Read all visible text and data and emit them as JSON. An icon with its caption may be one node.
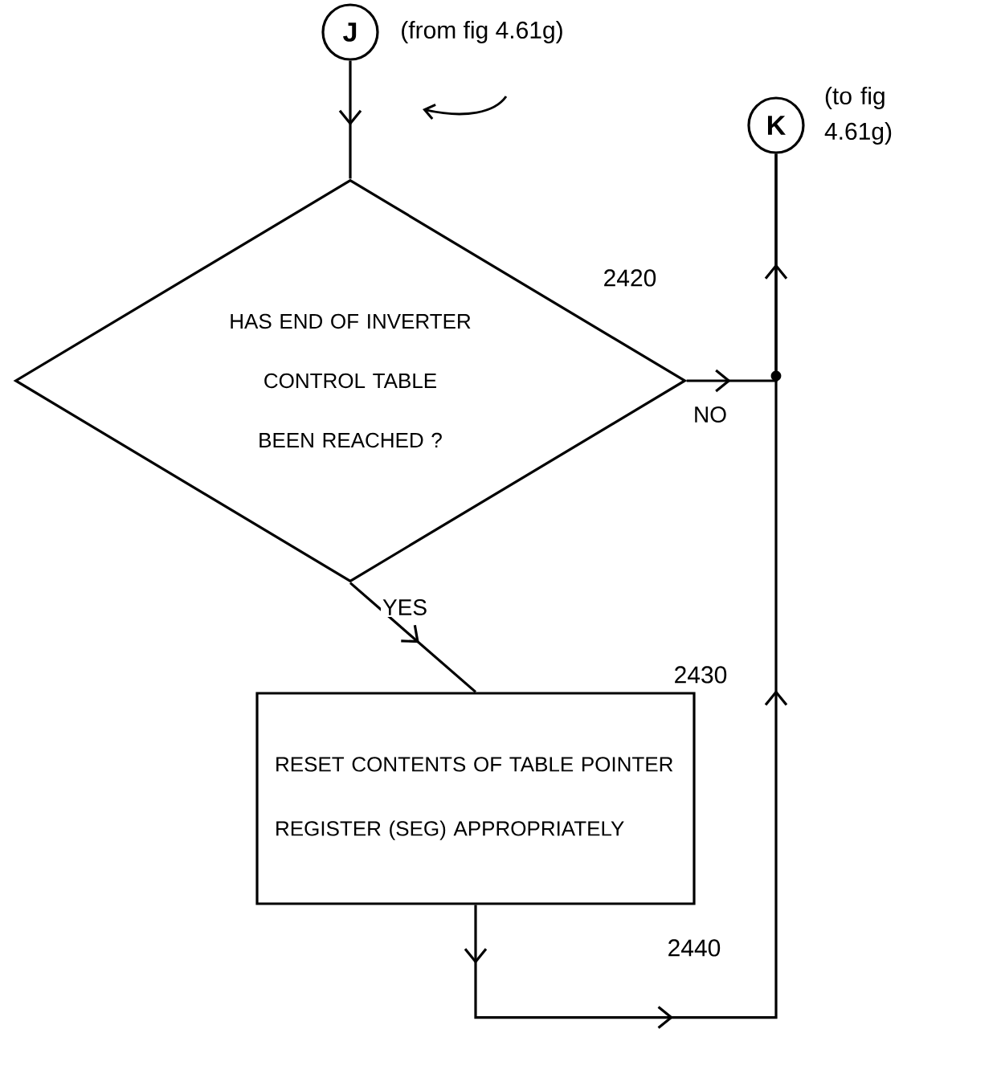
{
  "diagram": {
    "nodes": [
      {
        "text": [
          "J"
        ],
        "beside": [
          "(from fig 4.61g)"
        ]
      },
      {
        "text": [
          "K"
        ],
        "beside": [
          "(to fig 4.61g)"
        ]
      },
      {
        "text": [
          "HAS END OF INVERTER CONTROL TABLE BEEN REACHED ?"
        ],
        "beside": [
          "2420"
        ]
      },
      {
        "text": [
          "RESET CONTENTS OF TABLE POINTER REGISTER (SEG) APPROPRIATELY"
        ],
        "beside": [
          "2430",
          "2440"
        ]
      }
    ],
    "edges": [
      {
        "from": 0,
        "to": 2,
        "arrow": "to"
      },
      {
        "from": 2,
        "to": 1,
        "arrow": "to",
        "label": "NO"
      },
      {
        "from": 2,
        "to": 3,
        "arrow": "to",
        "label": "YES"
      },
      {
        "from": 3,
        "to": 1,
        "arrow": "to"
      }
    ]
  }
}
